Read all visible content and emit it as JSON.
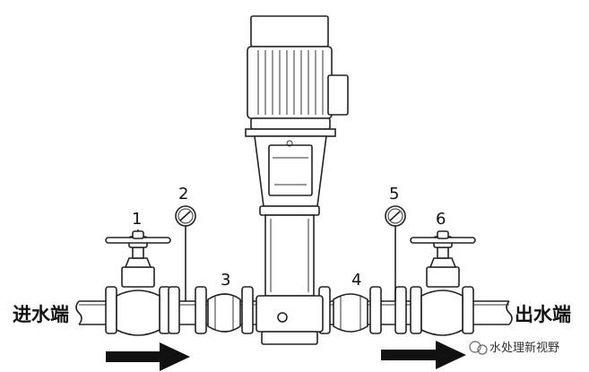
{
  "diagram": {
    "inlet_label": "进水端",
    "outlet_label": "出水端",
    "callouts": [
      "1",
      "2",
      "3",
      "4",
      "5",
      "6"
    ],
    "watermark": "水处理新视野"
  }
}
